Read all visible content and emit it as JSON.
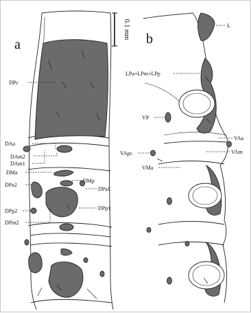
{
  "panels": {
    "a": "a",
    "b": "b"
  },
  "scale_bar": "0.1 mm",
  "labels_a": {
    "dpc": "DPc",
    "daa": "DAa",
    "dam2": "DAm2",
    "dam1": "DAm1",
    "dma": "DMa",
    "dmp": "DMp",
    "dpa2": "DPa2",
    "dpa1": "DPa1",
    "dpp1": "DPp1",
    "dpp2": "DPp2",
    "dpm2": "DPm2"
  },
  "labels_b": {
    "l": "L",
    "lpa": "LPa+LPm+LPp",
    "vp": "VP",
    "vaa": "VAa",
    "vapc": "VApc",
    "vam": "VAm",
    "vma": "VMa"
  }
}
